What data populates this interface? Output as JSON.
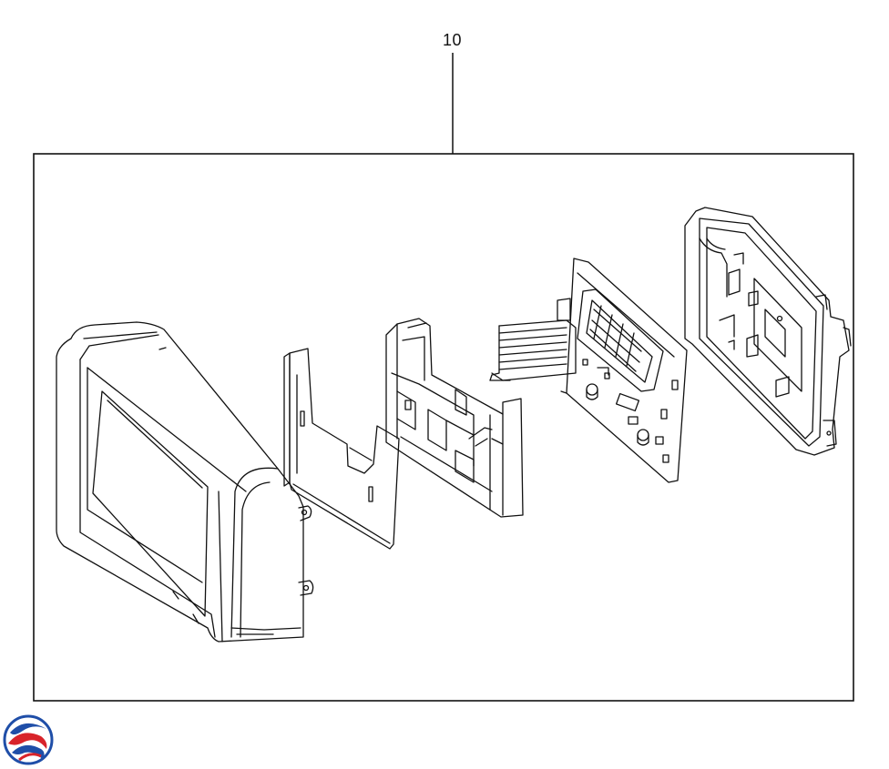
{
  "diagram": {
    "callout_number": "10",
    "parts": [
      {
        "id": "front-bezel"
      },
      {
        "id": "insulator-sheet"
      },
      {
        "id": "bracket-frame"
      },
      {
        "id": "control-board"
      },
      {
        "id": "rear-housing"
      }
    ]
  },
  "logo": {
    "icon": "brand-swirl-icon",
    "colors": [
      "#1f4ea8",
      "#d8232a"
    ]
  },
  "colors": {
    "line": "#111111",
    "background": "#ffffff"
  }
}
